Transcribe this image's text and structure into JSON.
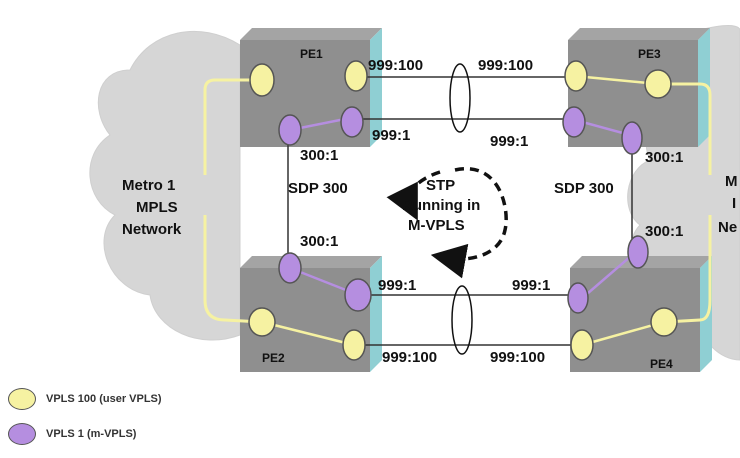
{
  "colors": {
    "user_vpls": "#f6f2a2",
    "m_vpls": "#b58ee0",
    "cloud": "#d6d6d6",
    "box_face": "#8f8f8f",
    "box_side": "#8fcfd3",
    "box_top": "#a4a4a4"
  },
  "routers": {
    "pe1": "PE1",
    "pe2": "PE2",
    "pe3": "PE3",
    "pe4": "PE4"
  },
  "metro_left": {
    "line1": "Metro 1",
    "line2": "MPLS",
    "line3": "Network"
  },
  "metro_right": {
    "line1": "M",
    "line2": "I",
    "line3": "Ne"
  },
  "links": {
    "top_user_left": "999:100",
    "top_user_right": "999:100",
    "top_mvpls_left": "999:1",
    "top_mvpls_right": "999:1",
    "bottom_mvpls_left": "999:1",
    "bottom_mvpls_right": "999:1",
    "bottom_user_left": "999:100",
    "bottom_user_right": "999:100"
  },
  "sdp": {
    "left_label": "SDP 300",
    "right_label": "SDP 300",
    "pe1_tag": "300:1",
    "pe2_tag": "300:1",
    "pe3_tag": "300:1",
    "pe4_tag": "300:1"
  },
  "stp": {
    "line1": "STP",
    "line2": "Running in",
    "line3": "M-VPLS"
  },
  "legend": {
    "user_vpls": "VPLS 100 (user VPLS)",
    "m_vpls": "VPLS 1 (m-VPLS)"
  }
}
